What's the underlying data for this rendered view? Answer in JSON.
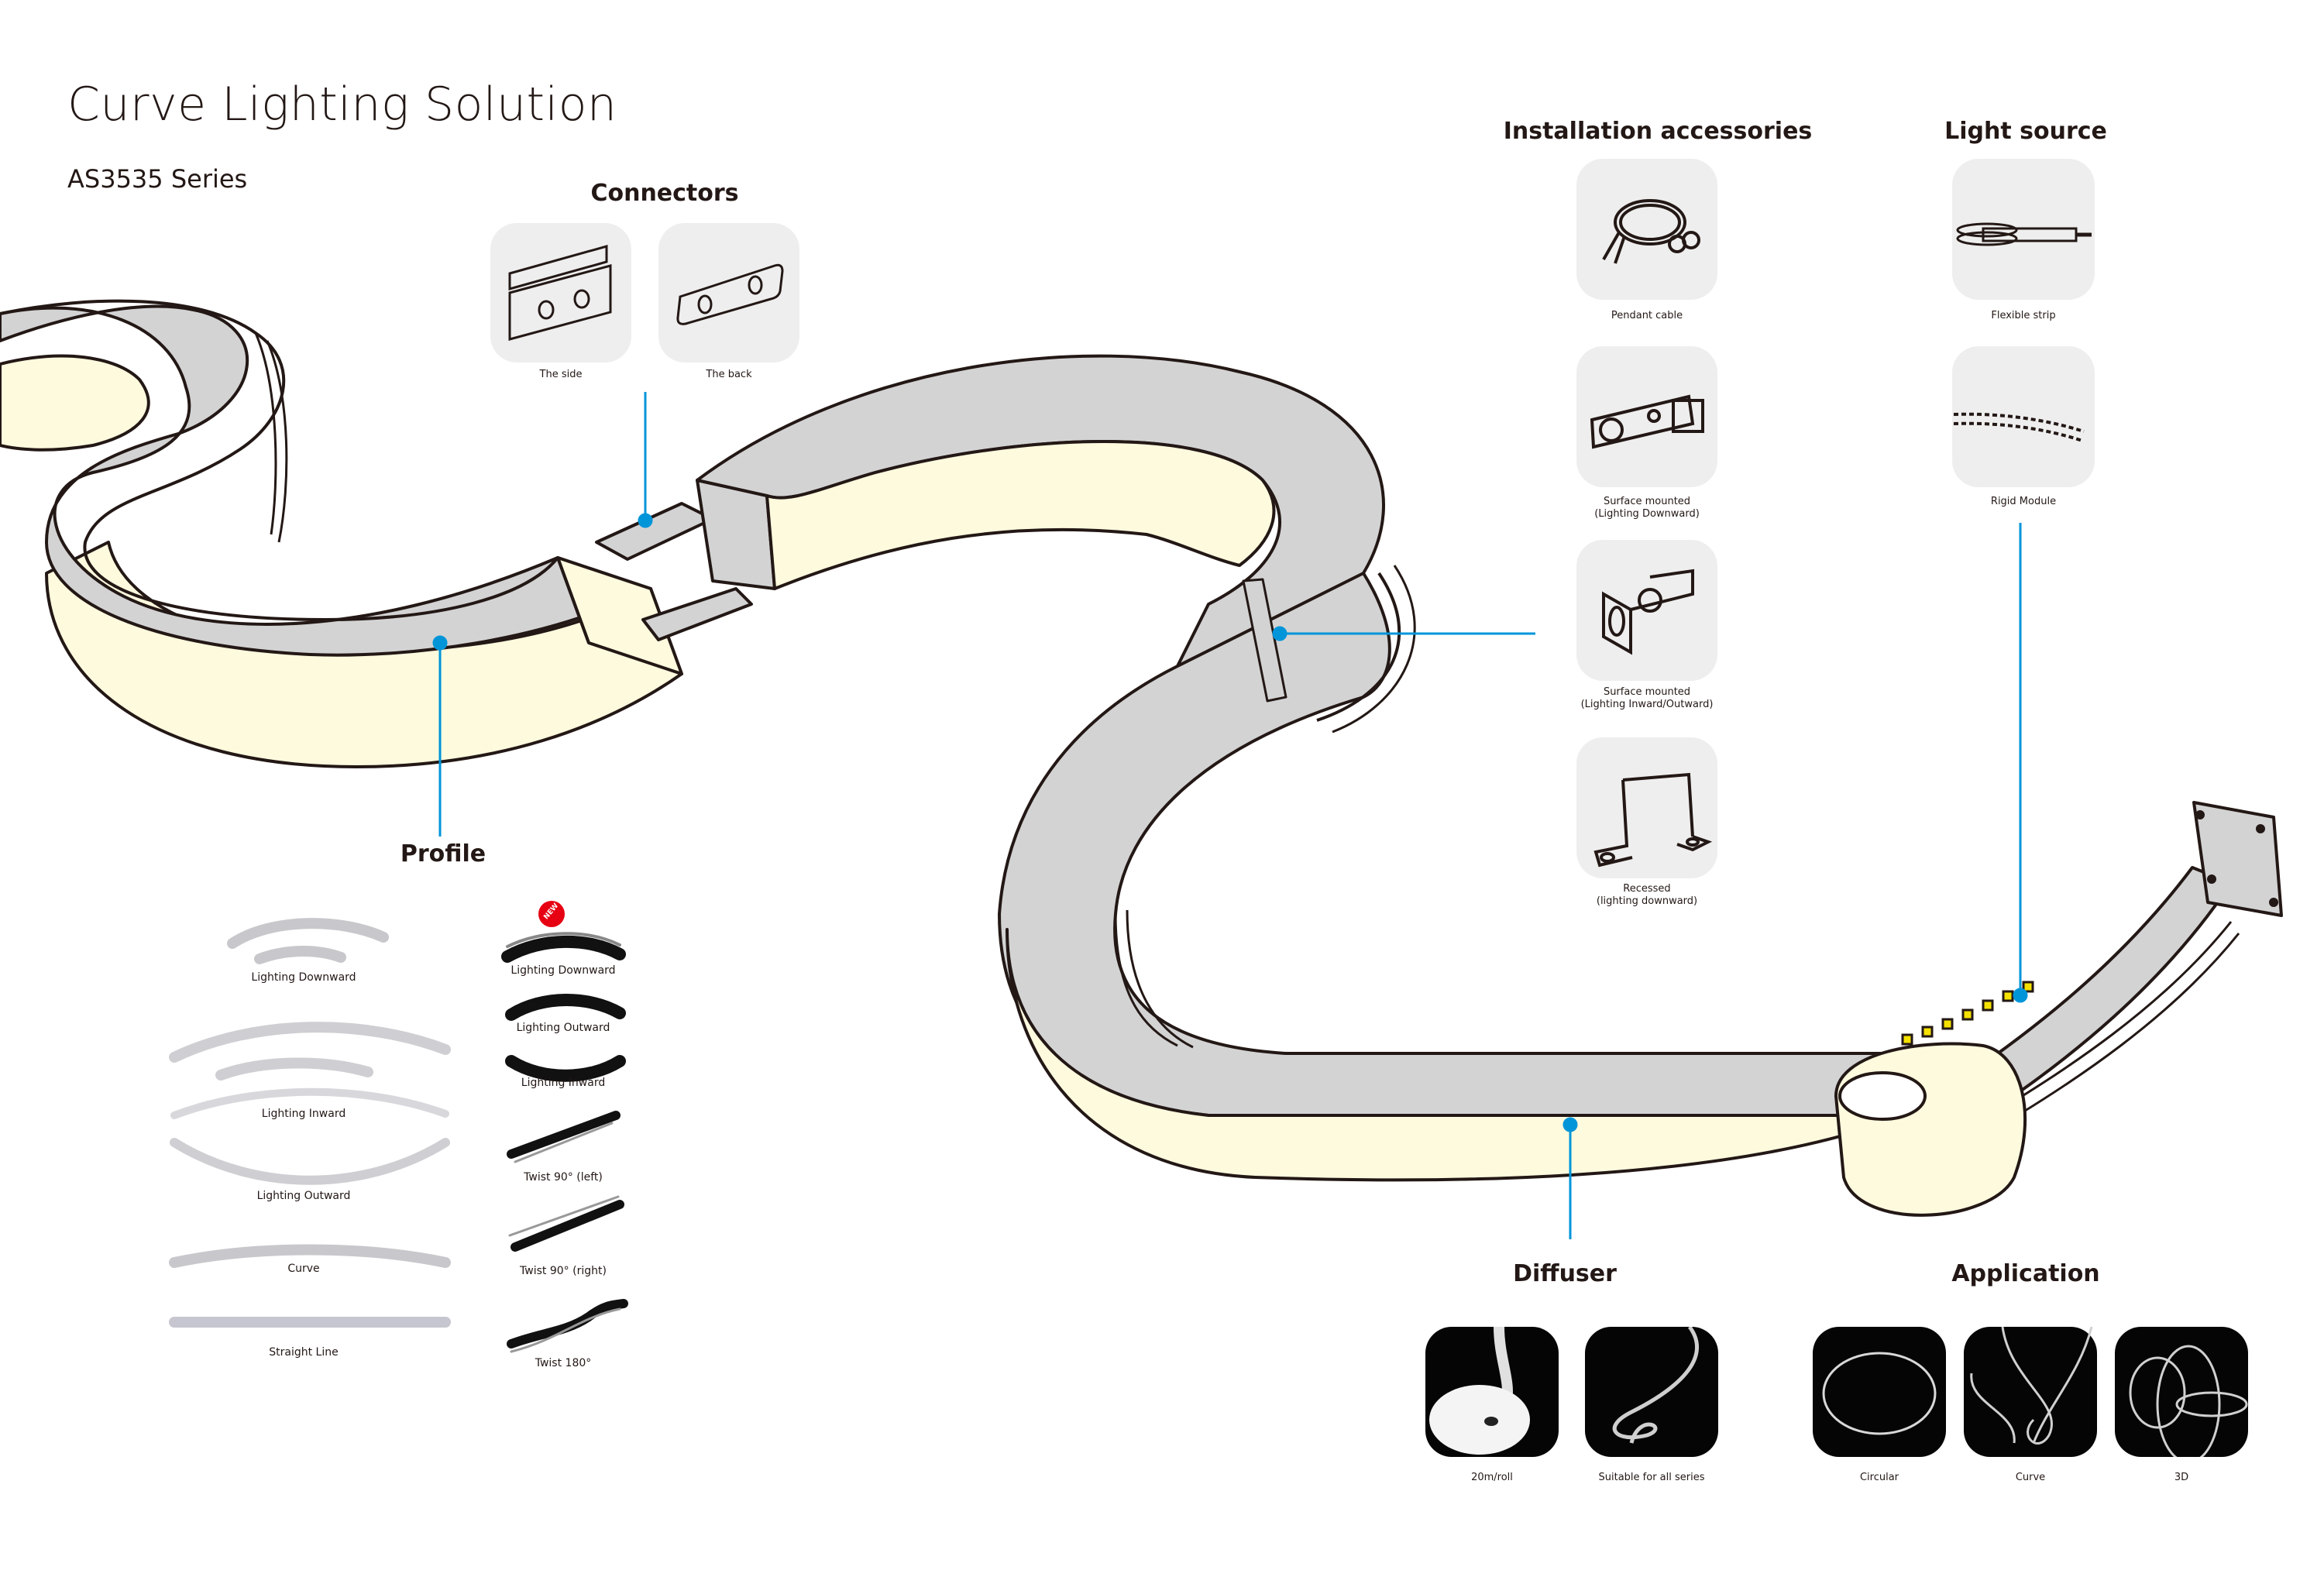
{
  "header": {
    "title": "Curve Lighting Solution",
    "series": "AS3535 Series"
  },
  "colors": {
    "profile_grey": "#d3d3d4",
    "diffuser_cream": "#fdfade",
    "outline": "#231815",
    "leader_blue": "#0095d9",
    "tile_bg": "#eeeeee",
    "led_yellow": "#f5e100",
    "new_badge": "#e60012"
  },
  "connectors": {
    "heading": "Connectors",
    "items": [
      {
        "label": "The side",
        "icon": "side-connector-icon"
      },
      {
        "label": "The back",
        "icon": "back-connector-icon"
      }
    ]
  },
  "installation": {
    "heading": "Installation accessories",
    "items": [
      {
        "label": "Pendant cable",
        "label2": "",
        "icon": "pendant-cable-icon"
      },
      {
        "label": "Surface mounted",
        "label2": "(Lighting Downward)",
        "icon": "surface-clip-icon"
      },
      {
        "label": "Surface mounted",
        "label2": "(Lighting Inward/Outward)",
        "icon": "bracket-icon"
      },
      {
        "label": "Recessed",
        "label2": "(lighting downward)",
        "icon": "recessed-bracket-icon"
      }
    ]
  },
  "light_source": {
    "heading": "Light source",
    "items": [
      {
        "label": "Flexible strip",
        "icon": "flexible-strip-icon"
      },
      {
        "label": "Rigid Module",
        "icon": "rigid-module-icon"
      }
    ]
  },
  "profile": {
    "heading": "Profile",
    "left": [
      {
        "label": "Lighting Downward"
      },
      {
        "label": "Lighting Inward"
      },
      {
        "label": "Lighting Outward"
      },
      {
        "label": "Curve"
      },
      {
        "label": "Straight Line"
      }
    ],
    "right": [
      {
        "label": "Lighting Downward",
        "badge": "NEW"
      },
      {
        "label": "Lighting Outward"
      },
      {
        "label": "Lighting Inward"
      },
      {
        "label": "Twist 90°  (left)"
      },
      {
        "label": "Twist 90°  (right)"
      },
      {
        "label": "Twist 180°"
      }
    ]
  },
  "diffuser": {
    "heading": "Diffuser",
    "items": [
      {
        "label": "20m/roll",
        "icon": "diffuser-roll-icon"
      },
      {
        "label": "Suitable for all series",
        "icon": "diffuser-ribbon-icon"
      }
    ]
  },
  "application": {
    "heading": "Application",
    "items": [
      {
        "label": "Circular",
        "icon": "circular-ring-icon"
      },
      {
        "label": "Curve",
        "icon": "curve-ribbon-icon"
      },
      {
        "label": "3D",
        "icon": "3d-rings-icon"
      }
    ]
  }
}
